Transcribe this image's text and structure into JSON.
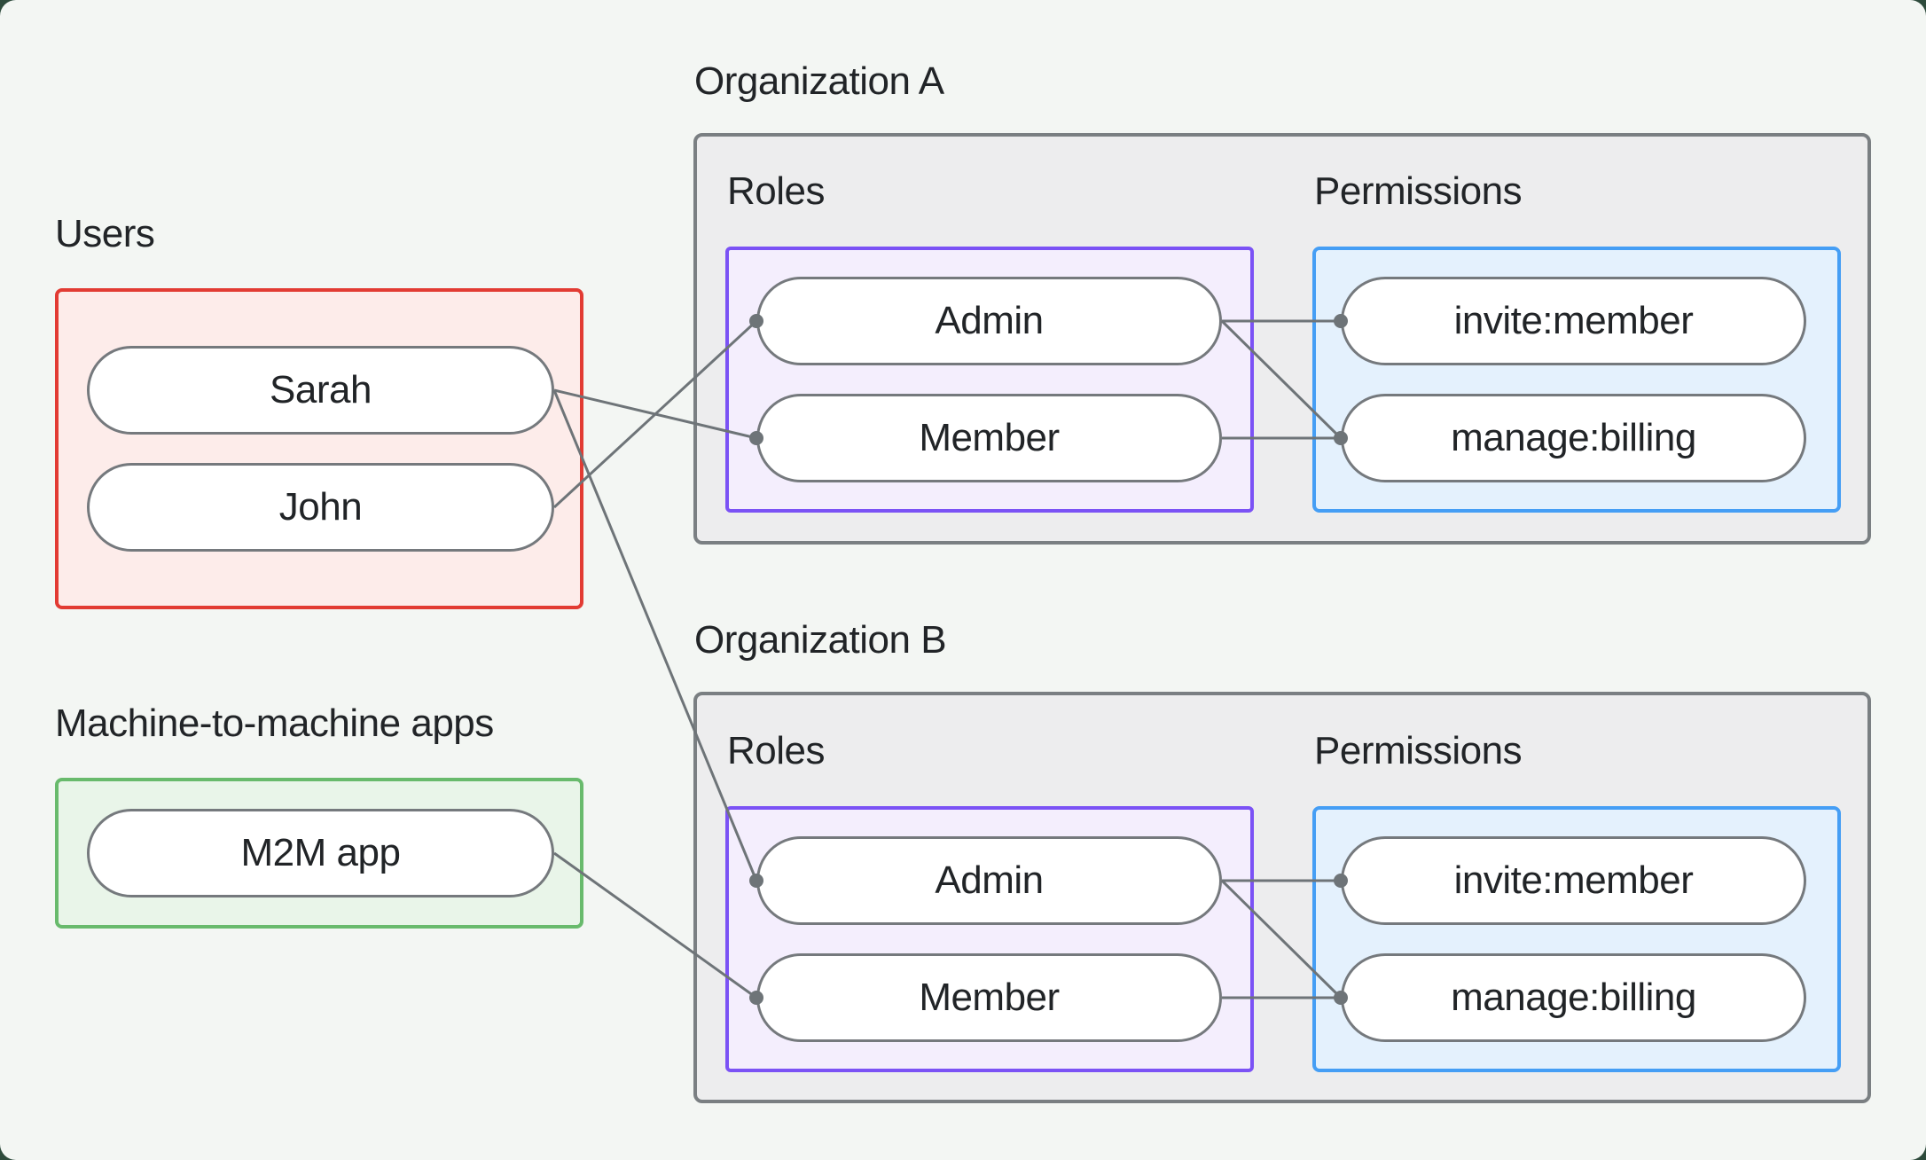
{
  "users_group": {
    "label": "Users",
    "items": [
      {
        "label": "Sarah"
      },
      {
        "label": "John"
      }
    ]
  },
  "m2m_group": {
    "label": "Machine-to-machine apps",
    "items": [
      {
        "label": "M2M app"
      }
    ]
  },
  "orgs": [
    {
      "title": "Organization A",
      "roles_label": "Roles",
      "permissions_label": "Permissions",
      "roles": [
        {
          "label": "Admin"
        },
        {
          "label": "Member"
        }
      ],
      "permissions": [
        {
          "label": "invite:member"
        },
        {
          "label": "manage:billing"
        }
      ]
    },
    {
      "title": "Organization B",
      "roles_label": "Roles",
      "permissions_label": "Permissions",
      "roles": [
        {
          "label": "Admin"
        },
        {
          "label": "Member"
        }
      ],
      "permissions": [
        {
          "label": "invite:member"
        },
        {
          "label": "manage:billing"
        }
      ]
    }
  ],
  "connections": [
    {
      "from": "Sarah",
      "to": "Organization A -> Member"
    },
    {
      "from": "John",
      "to": "Organization A -> Admin"
    },
    {
      "from": "Sarah",
      "to": "Organization B -> Admin"
    },
    {
      "from": "M2M app",
      "to": "Organization B -> Member"
    },
    {
      "from": "Organization A -> Admin",
      "to": "Organization A -> invite:member"
    },
    {
      "from": "Organization A -> Admin",
      "to": "Organization A -> manage:billing"
    },
    {
      "from": "Organization A -> Member",
      "to": "Organization A -> manage:billing"
    },
    {
      "from": "Organization B -> Admin",
      "to": "Organization B -> invite:member"
    },
    {
      "from": "Organization B -> Admin",
      "to": "Organization B -> manage:billing"
    },
    {
      "from": "Organization B -> Member",
      "to": "Organization B -> manage:billing"
    }
  ],
  "colors": {
    "page_bg": "#f3f6f3",
    "outer_bg": "#2e4b3c",
    "org_fill": "#ededee",
    "org_border": "#7a7f82",
    "users_fill": "#fdecea",
    "users_border": "#e23b33",
    "m2m_fill": "#e9f5e9",
    "m2m_border": "#68ba6c",
    "roles_fill": "#f4eefd",
    "roles_border": "#7b52f5",
    "perms_fill": "#e4f1fd",
    "perms_border": "#459ef5",
    "pill_fill": "#ffffff",
    "pill_border": "#75797d",
    "wire": "#6e7478",
    "text": "#212427"
  }
}
